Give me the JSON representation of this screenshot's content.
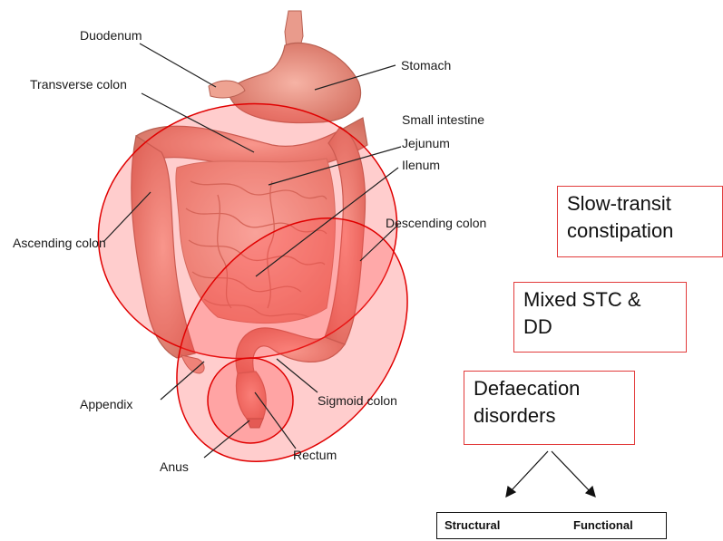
{
  "anatomy_labels": {
    "duodenum": "Duodenum",
    "stomach": "Stomach",
    "transverse_colon": "Transverse colon",
    "small_intestine": "Small intestine",
    "jejunum": "Jejunum",
    "ileum": "Ilenum",
    "descending_colon": "Descending colon",
    "ascending_colon": "Ascending colon",
    "appendix": "Appendix",
    "sigmoid_colon": "Sigmoid colon",
    "anus": "Anus",
    "rectum": "Rectum"
  },
  "boxes": {
    "slow_transit": [
      "Slow-transit",
      "constipation"
    ],
    "mixed": [
      "Mixed STC &",
      "DD"
    ],
    "defaecation": [
      "Defaecation",
      "disorders"
    ]
  },
  "subtypes": {
    "structural": "Structural",
    "functional": "Functional"
  },
  "colors": {
    "region_fill": "#ff4d4d",
    "region_stroke": "#e00000",
    "tissue": "#f2a89a",
    "tissue_dark": "#d9786a",
    "box_border": "#e23b3b"
  }
}
